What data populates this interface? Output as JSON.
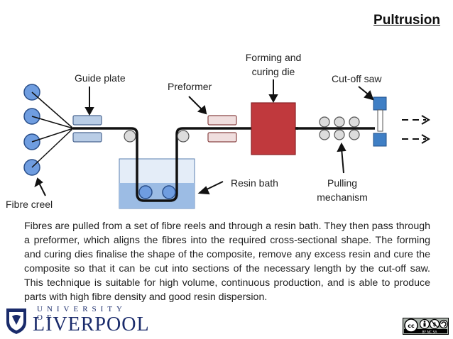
{
  "title": "Pultrusion",
  "labels": {
    "guide_plate": "Guide plate",
    "preformer": "Preformer",
    "forming_die_line1": "Forming and",
    "forming_die_line2": "curing die",
    "cut_off_saw": "Cut-off saw",
    "resin_bath": "Resin bath",
    "pulling_line1": "Pulling",
    "pulling_line2": "mechanism",
    "fibre_creel": "Fibre creel"
  },
  "description": "Fibres are pulled from a set of fibre reels and through a resin bath. They then pass through a preformer, which aligns the fibres into the required cross-sectional shape. The forming and curing dies finalise the shape of the composite, remove any excess resin and cure the composite so that it can be cut into sections of the necessary length by the cut-off saw. This technique is suitable for high volume, continuous production, and is able to produce parts with high fibre density and good resin dispersion.",
  "logo": {
    "university_of": "UNIVERSITY OF",
    "liverpool": "LIVERPOOL"
  },
  "license": {
    "cc": "cc",
    "terms": "BY   NC   SA"
  },
  "colors": {
    "reel_fill": "#6f9de0",
    "plate_fill": "#b9cde6",
    "die_fill": "#c0393d",
    "saw_fill": "#3f7fc5",
    "bath_fill": "#9cbce4"
  }
}
